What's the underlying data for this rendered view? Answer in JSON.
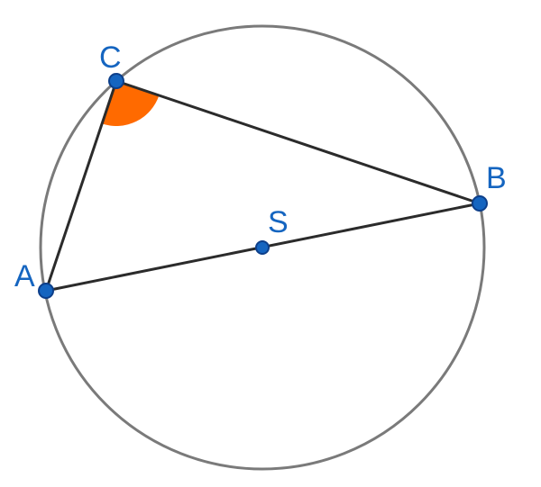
{
  "diagram": {
    "points": [
      {
        "id": "A",
        "label": "A"
      },
      {
        "id": "B",
        "label": "B"
      },
      {
        "id": "C",
        "label": "C"
      },
      {
        "id": "S",
        "label": "S"
      }
    ],
    "segments": [
      [
        "A",
        "B"
      ],
      [
        "B",
        "C"
      ],
      [
        "C",
        "A"
      ]
    ],
    "circle": {
      "center": "S",
      "through": [
        "A",
        "B",
        "C"
      ]
    },
    "marked_angle": {
      "vertex": "C",
      "between": [
        "A",
        "B"
      ],
      "type": "right-angle-arc"
    },
    "colors": {
      "circle": "#7a7a7a",
      "segment": "#2b2b2b",
      "point_fill": "#1565c0",
      "point_stroke": "#0d3f8a",
      "label": "#1565c0",
      "angle_fill": "#ff6a00"
    }
  }
}
